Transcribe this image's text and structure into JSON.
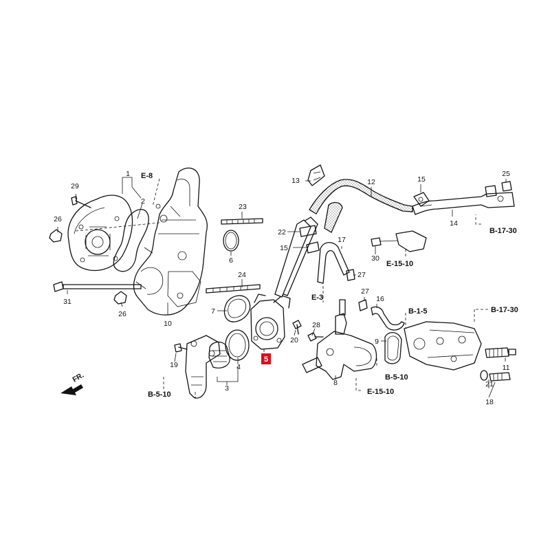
{
  "callouts": [
    {
      "key": "c1",
      "text": "1"
    },
    {
      "key": "c2",
      "text": "2"
    },
    {
      "key": "c3",
      "text": "3"
    },
    {
      "key": "c4",
      "text": "4"
    },
    {
      "key": "c5",
      "text": "5",
      "highlight": true
    },
    {
      "key": "c6",
      "text": "6"
    },
    {
      "key": "c7",
      "text": "7"
    },
    {
      "key": "c8",
      "text": "8"
    },
    {
      "key": "c9",
      "text": "9"
    },
    {
      "key": "c10",
      "text": "10"
    },
    {
      "key": "c11",
      "text": "11"
    },
    {
      "key": "c12",
      "text": "12"
    },
    {
      "key": "c13",
      "text": "13"
    },
    {
      "key": "c14",
      "text": "14"
    },
    {
      "key": "c15a",
      "text": "15"
    },
    {
      "key": "c15b",
      "text": "15"
    },
    {
      "key": "c16",
      "text": "16"
    },
    {
      "key": "c17",
      "text": "17"
    },
    {
      "key": "c18",
      "text": "18"
    },
    {
      "key": "c19",
      "text": "19"
    },
    {
      "key": "c20",
      "text": "20"
    },
    {
      "key": "c21",
      "text": "21"
    },
    {
      "key": "c22",
      "text": "22"
    },
    {
      "key": "c23",
      "text": "23"
    },
    {
      "key": "c24",
      "text": "24"
    },
    {
      "key": "c25",
      "text": "25"
    },
    {
      "key": "c26a",
      "text": "26"
    },
    {
      "key": "c26b",
      "text": "26"
    },
    {
      "key": "c27a",
      "text": "27"
    },
    {
      "key": "c27b",
      "text": "27"
    },
    {
      "key": "c28",
      "text": "28"
    },
    {
      "key": "c29",
      "text": "29"
    },
    {
      "key": "c30",
      "text": "30"
    },
    {
      "key": "c31",
      "text": "31"
    }
  ],
  "references": [
    {
      "key": "r_e8",
      "text": "E-8"
    },
    {
      "key": "r_b1730a",
      "text": "B-17-30"
    },
    {
      "key": "r_e1510a",
      "text": "E-15-10"
    },
    {
      "key": "r_e3",
      "text": "E-3"
    },
    {
      "key": "r_b15",
      "text": "B-1-5"
    },
    {
      "key": "r_b1730b",
      "text": "B-17-30"
    },
    {
      "key": "r_b510a",
      "text": "B-5-10"
    },
    {
      "key": "r_e1510b",
      "text": "E-15-10"
    },
    {
      "key": "r_b510b",
      "text": "B-5-10"
    }
  ],
  "front_marker": "FR.",
  "highlight_color": "#d90f1c"
}
